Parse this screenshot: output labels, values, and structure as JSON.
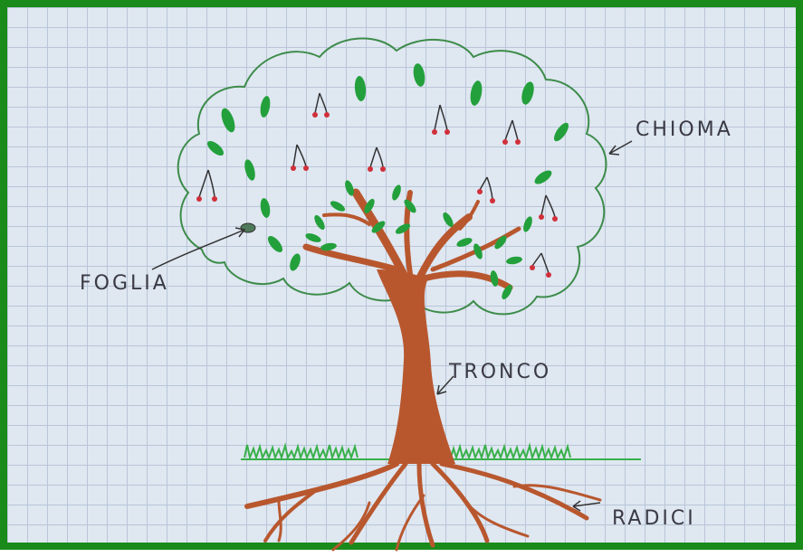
{
  "labels": {
    "crown": "CHIOMA",
    "leaf": "FOGLIA",
    "trunk": "TRONCO",
    "roots": "RADICI"
  },
  "colors": {
    "border": "#1a8a1a",
    "paper": "#dfe7f1",
    "grid": "#b9c6d8",
    "crown_outline": "#3d8c4a",
    "leaf": "#23a03c",
    "trunk": "#b8572e",
    "cherry": "#d0303a",
    "grass": "#39b04a",
    "ink": "#3a3a44"
  },
  "icons": [
    "tree",
    "cherry-icon",
    "leaf-icon",
    "arrow-icon"
  ]
}
